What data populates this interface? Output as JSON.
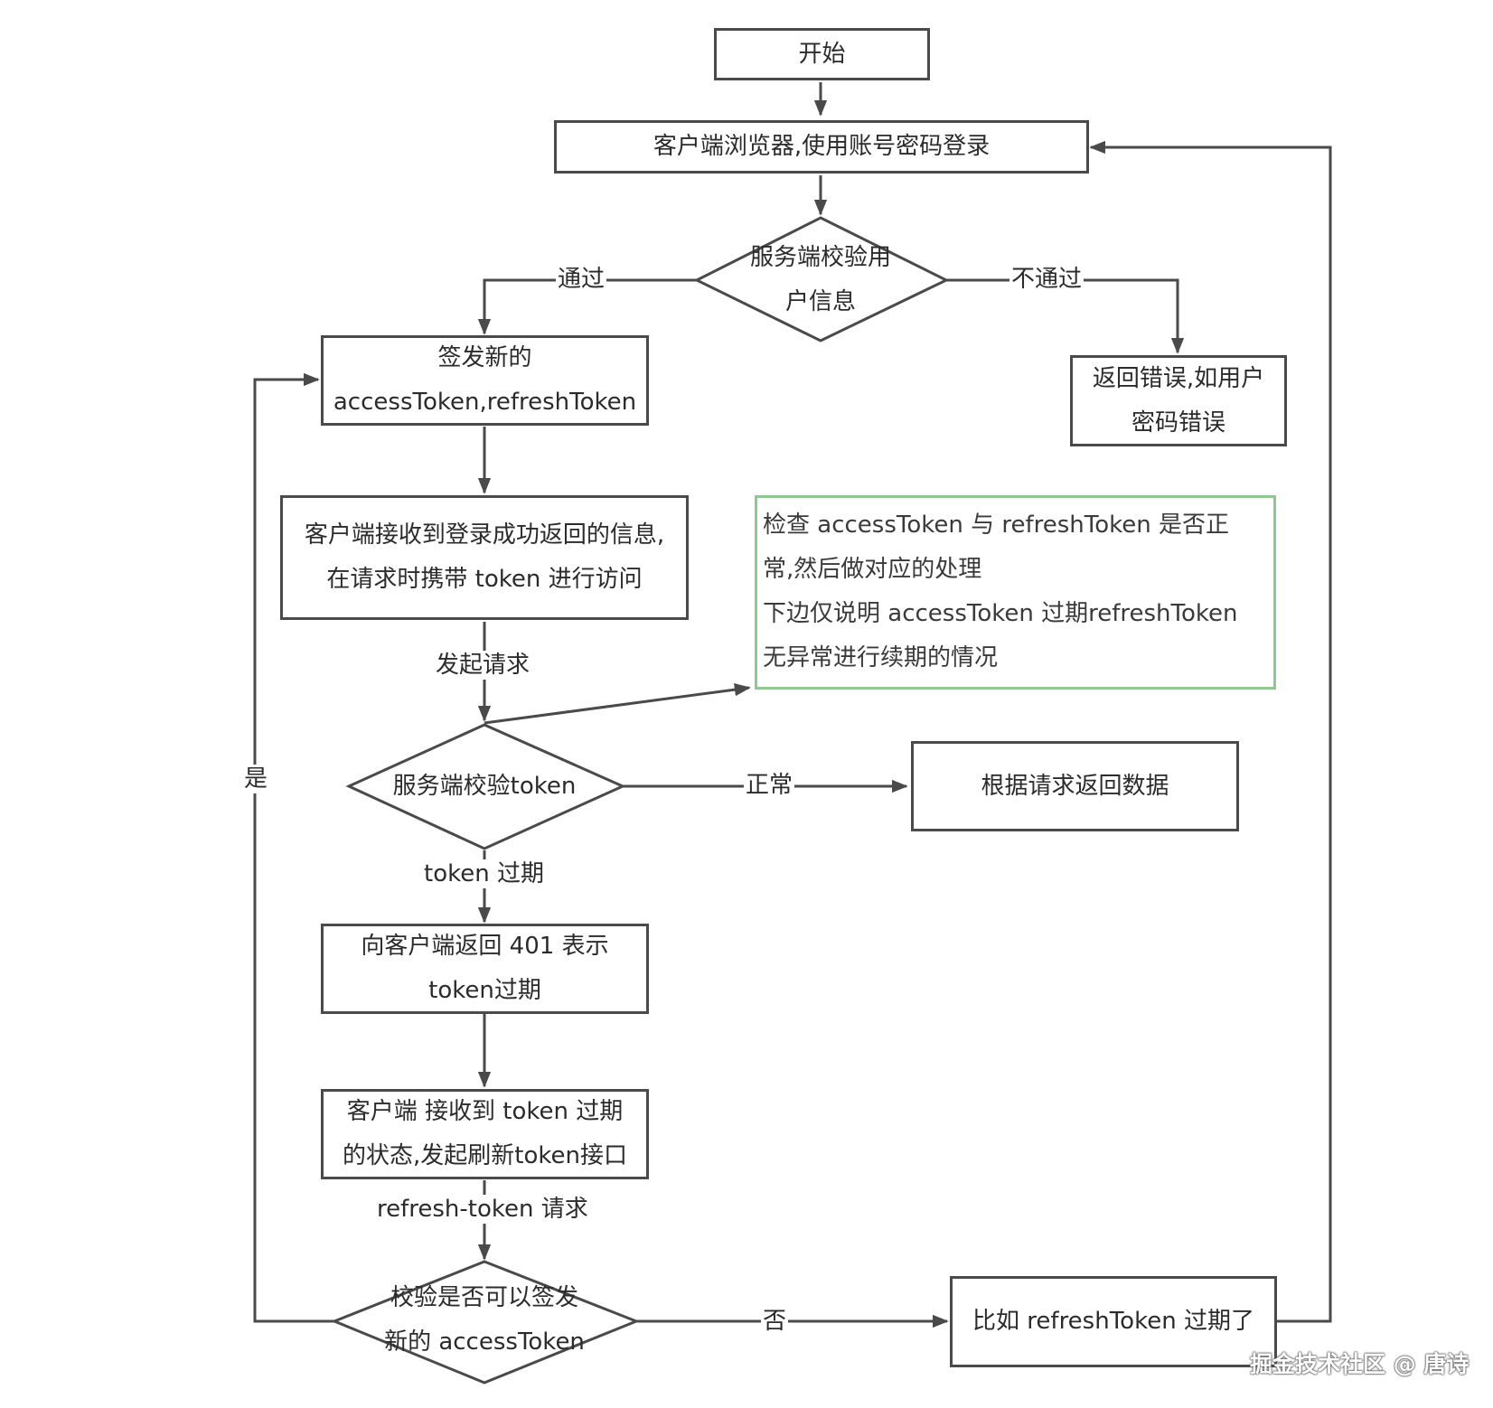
{
  "nodes": {
    "start": "开始",
    "login": "客户端浏览器,使用账号密码登录",
    "verify_user": [
      "服务端校验用",
      "户信息"
    ],
    "issue_tokens": [
      "签发新的",
      "accessToken,refreshToken"
    ],
    "login_error": [
      "返回错误,如用户",
      "密码错误"
    ],
    "client_receive": [
      "客户端接收到登录成功返回的信息,",
      "在请求时携带 token 进行访问"
    ],
    "note": [
      "检查 accessToken 与 refreshToken 是否正",
      "常,然后做对应的处理",
      "下边仅说明 accessToken 过期refreshToken",
      "无异常进行续期的情况"
    ],
    "verify_token": "服务端校验token",
    "return_data": "根据请求返回数据",
    "return_401": [
      "向客户端返回 401 表示",
      "token过期"
    ],
    "client_refresh": [
      "客户端 接收到 token 过期",
      "的状态,发起刷新token接口"
    ],
    "can_issue": [
      "校验是否可以签发",
      "新的 accessToken"
    ],
    "refresh_expired": "比如 refreshToken 过期了"
  },
  "edge_labels": {
    "pass": "通过",
    "fail": "不通过",
    "send_request": "发起请求",
    "normal": "正常",
    "token_expired": "token 过期",
    "refresh_request": "refresh-token 请求",
    "yes": "是",
    "no": "否"
  },
  "watermark": "掘金技术社区 @ 唐诗",
  "colors": {
    "stroke": "#4a4a4a",
    "note_border": "#8fc98f",
    "text": "#2b2b2b"
  }
}
